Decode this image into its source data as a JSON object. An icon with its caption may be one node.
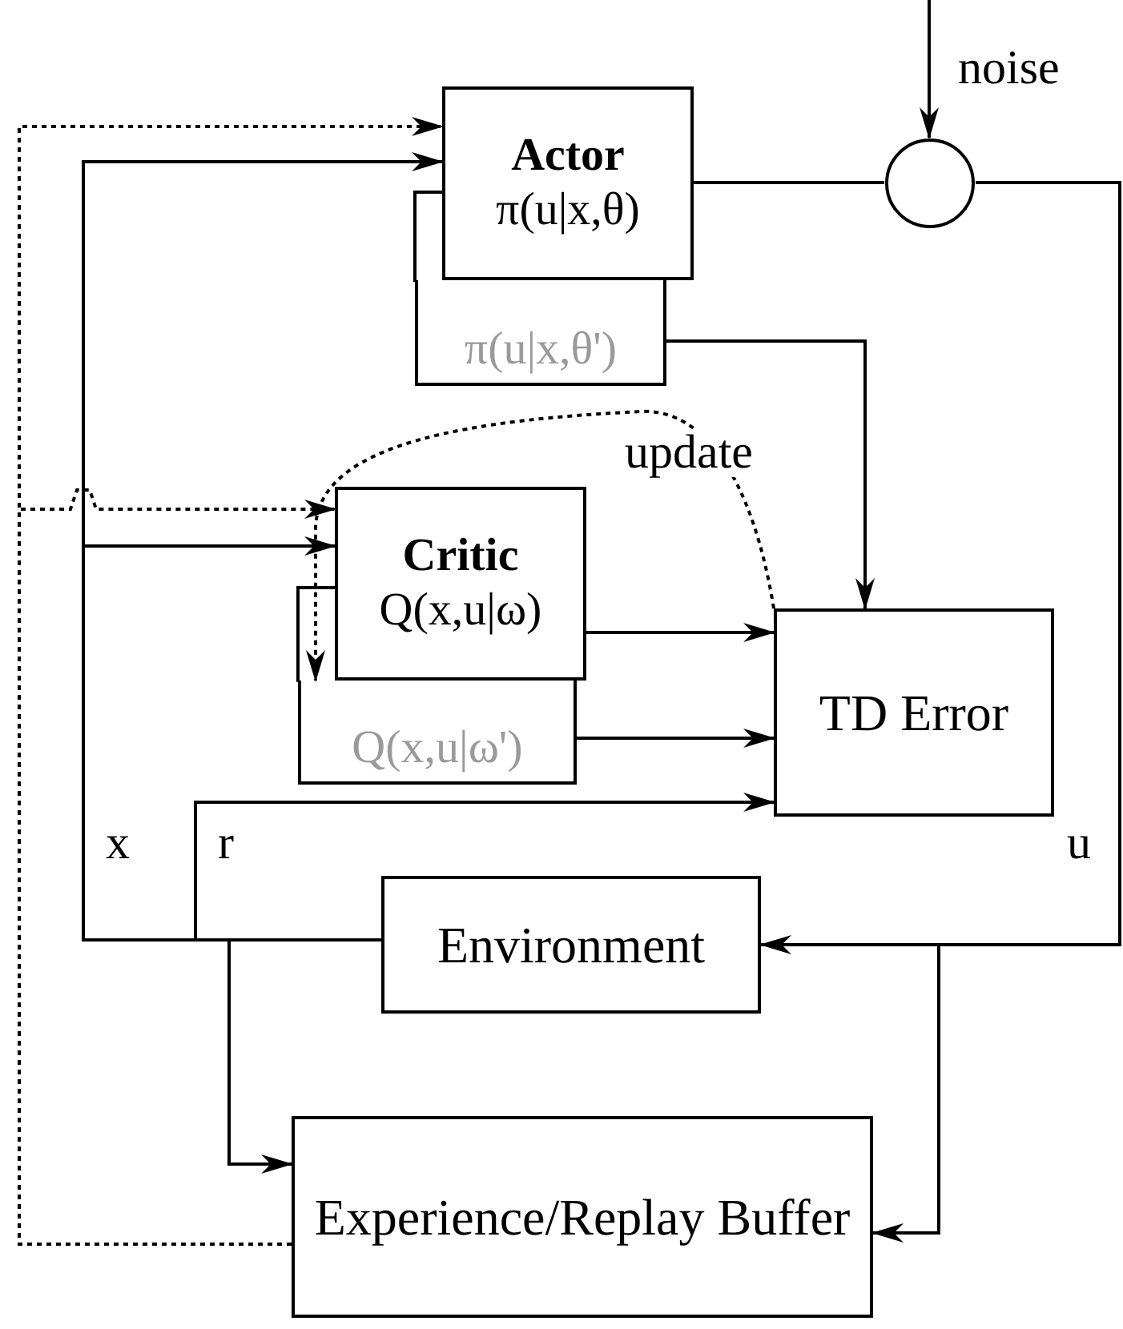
{
  "diagram": {
    "nodes": [
      {
        "text": [
          "Actor",
          "π(u|x,θ)"
        ]
      },
      {
        "text": [
          "π(u|x,θ')"
        ]
      },
      {
        "text": [],
        "shape": "circle"
      },
      {
        "text": [
          "Critic",
          "Q(x,u|ω)"
        ]
      },
      {
        "text": [
          "Q(x,u|ω')"
        ]
      },
      {
        "text": [
          "TD Error"
        ]
      },
      {
        "text": [
          "Environment"
        ]
      },
      {
        "text": [
          "Experience/Replay Buffer"
        ]
      }
    ],
    "edges": [
      {
        "from": null,
        "to": 2,
        "arrow": "to",
        "label": "noise"
      },
      {
        "from": 0,
        "to": 2,
        "arrow": "none"
      },
      {
        "from": 2,
        "to": 6,
        "arrow": "to",
        "label": "u"
      },
      {
        "from": 2,
        "to": 7,
        "arrow": "to"
      },
      {
        "from": 1,
        "to": 5,
        "arrow": "to"
      },
      {
        "from": 3,
        "to": 5,
        "arrow": "to"
      },
      {
        "from": 4,
        "to": 5,
        "arrow": "to"
      },
      {
        "from": 6,
        "to": 5,
        "arrow": "to",
        "label": "r"
      },
      {
        "from": 6,
        "to": 0,
        "arrow": "to",
        "label": "x"
      },
      {
        "from": 6,
        "to": 3,
        "arrow": "to"
      },
      {
        "from": 6,
        "to": 7,
        "arrow": "to"
      },
      {
        "from": 7,
        "to": 0,
        "arrow": "to",
        "style": "dashed"
      },
      {
        "from": 7,
        "to": 3,
        "arrow": "to",
        "style": "dashed"
      },
      {
        "from": 5,
        "to": 4,
        "arrow": "to",
        "style": "dashed",
        "label": "update"
      }
    ]
  }
}
